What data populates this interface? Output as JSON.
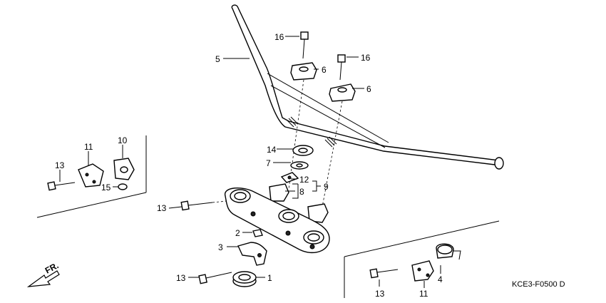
{
  "diagram": {
    "code": "KCE3-F0500 D",
    "direction_label": "FR.",
    "callouts": {
      "c1": "1",
      "c2": "2",
      "c3": "3",
      "c4": "4",
      "c5": "5",
      "c6a": "6",
      "c6b": "6",
      "c7": "7",
      "c8": "8",
      "c9": "9",
      "c10": "10",
      "c11a": "11",
      "c11b": "11",
      "c12": "12",
      "c13a": "13",
      "c13b": "13",
      "c13c": "13",
      "c13d": "13",
      "c14": "14",
      "c15": "15",
      "c16a": "16",
      "c16b": "16"
    }
  }
}
